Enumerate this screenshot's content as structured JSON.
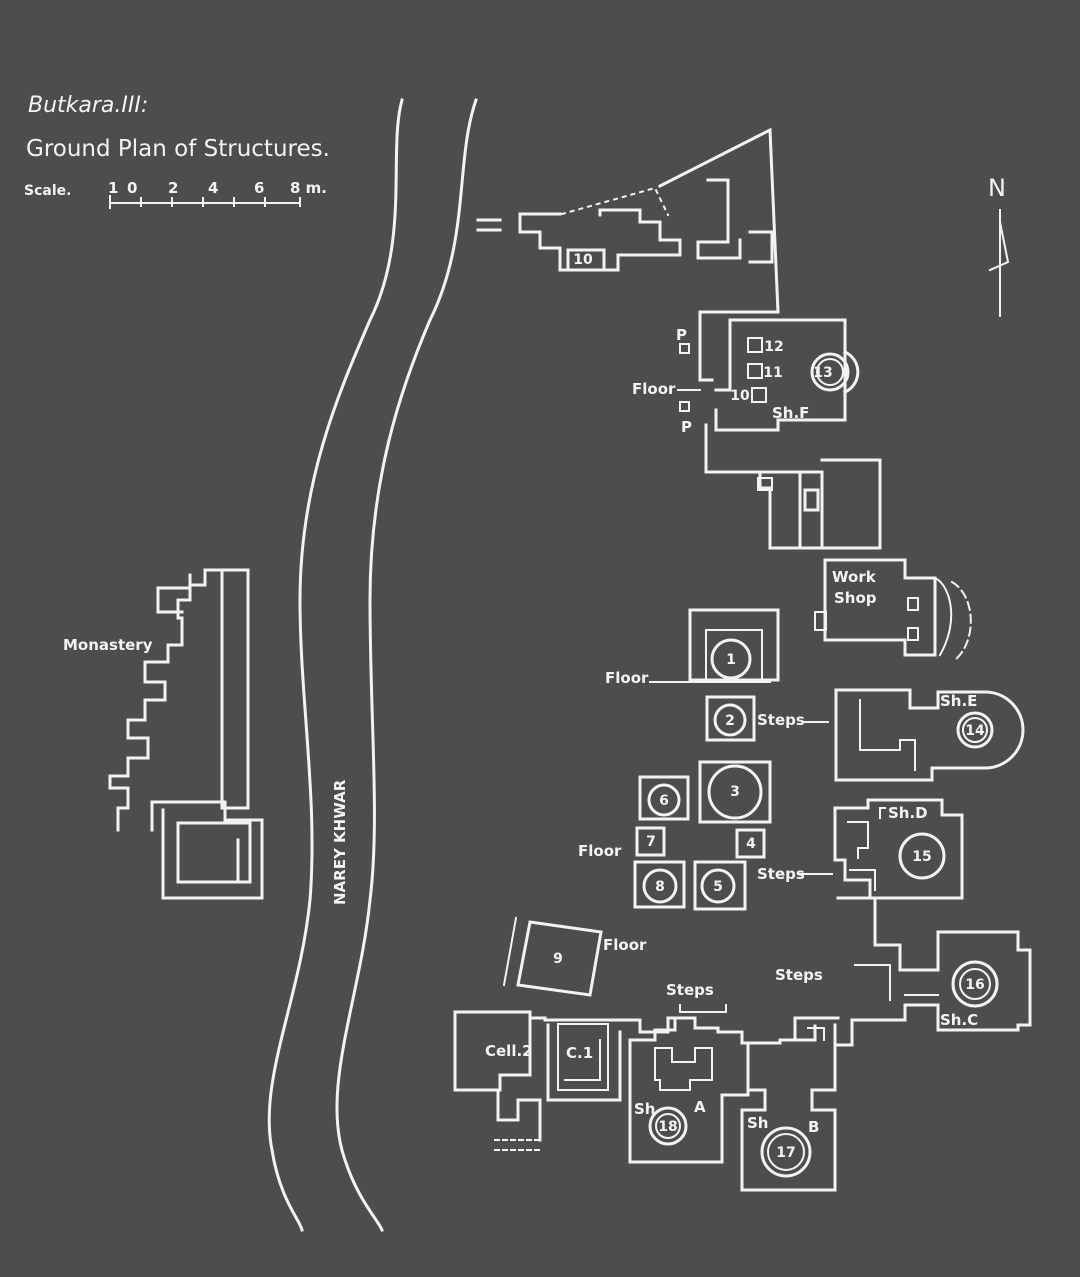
{
  "title": "Butkara.III:",
  "subtitle": "Ground Plan of Structures.",
  "scale": {
    "label": "Scale.",
    "ticks": [
      "1",
      "0",
      "2",
      "4",
      "6",
      "8 m."
    ]
  },
  "north": "N",
  "river": "NAREY KHWAR",
  "labels": {
    "monastery": "Monastery",
    "workshop_line1": "Work",
    "workshop_line2": "Shop",
    "floor": "Floor",
    "steps": "Steps",
    "p": "P",
    "cell2": "Cell.2",
    "c1": "C.1",
    "sh_a": "Sh",
    "a": "A",
    "sh_b": "Sh",
    "b": "B",
    "sh_c": "Sh.C",
    "sh_d": "Sh.D",
    "sh_e": "Sh.E",
    "sh_f": "Sh.F"
  },
  "structures": [
    "1",
    "2",
    "3",
    "4",
    "5",
    "6",
    "7",
    "8",
    "9",
    "10",
    "10",
    "11",
    "12",
    "13",
    "14",
    "15",
    "16",
    "17",
    "18"
  ],
  "colors": {
    "background": "#4d4d4d",
    "ink": "#f2f2f2"
  }
}
